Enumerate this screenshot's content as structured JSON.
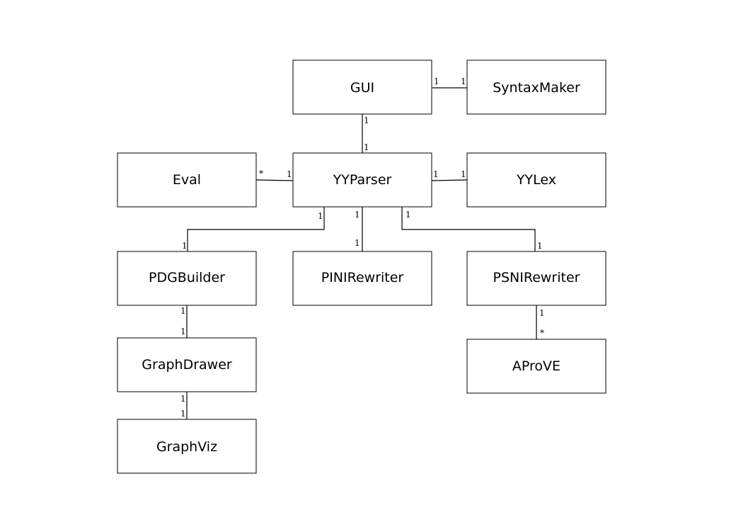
{
  "classes": {
    "gui": "GUI",
    "syntaxmaker": "SyntaxMaker",
    "eval": "Eval",
    "yyparser": "YYParser",
    "yylex": "YYLex",
    "pdgbuilder": "PDGBuilder",
    "pinirewriter": "PINIRewriter",
    "psnirewriter": "PSNIRewriter",
    "graphdrawer": "GraphDrawer",
    "aprove": "AProVE",
    "graphviz": "GraphViz"
  },
  "associations": {
    "gui_syntaxmaker": {
      "from": "1",
      "to": "1"
    },
    "gui_yyparser": {
      "from": "1",
      "to": "1"
    },
    "eval_yyparser": {
      "from": "*",
      "to": "1"
    },
    "yyparser_yylex": {
      "from": "1",
      "to": "1"
    },
    "yyparser_pdgbuilder": {
      "from": "1",
      "to": "1"
    },
    "yyparser_pinirewriter": {
      "from": "1",
      "to": "1"
    },
    "yyparser_psnirewriter": {
      "from": "1",
      "to": "1"
    },
    "pdgbuilder_graphdrawer": {
      "from": "1",
      "to": "1"
    },
    "psnirewriter_aprove": {
      "from": "1",
      "to": "*"
    },
    "graphdrawer_graphviz": {
      "from": "1",
      "to": "1"
    }
  }
}
